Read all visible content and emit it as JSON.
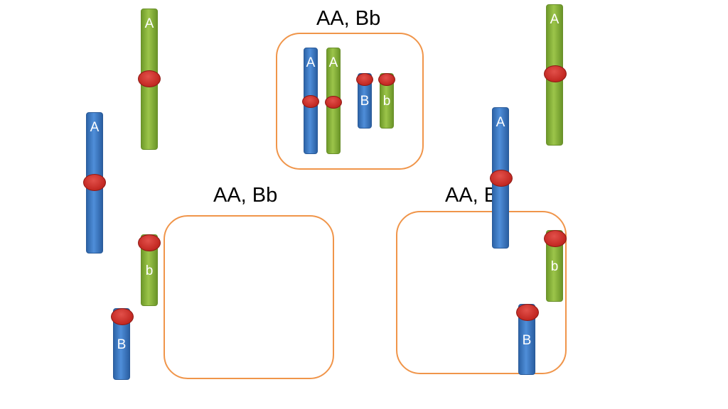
{
  "labels": {
    "top_cell": "AA, Bb",
    "left_cell": "AA, Bb",
    "right_cell": "AA, Bb"
  },
  "alleles": {
    "upper_left_green": "A",
    "left_blue_long": "A",
    "left_green_short": "b",
    "left_blue_short": "B",
    "top_blue_long": "A",
    "top_green_long": "A",
    "top_blue_short": "B",
    "top_green_short": "b",
    "upper_right_green": "A",
    "right_blue_long": "A",
    "right_green_short": "b",
    "right_blue_short": "B"
  },
  "colors": {
    "blue_chromosome": "#3f7fcf",
    "green_chromosome": "#8cb83c",
    "centromere": "#c9302a",
    "cell_outline": "#f0954a"
  }
}
